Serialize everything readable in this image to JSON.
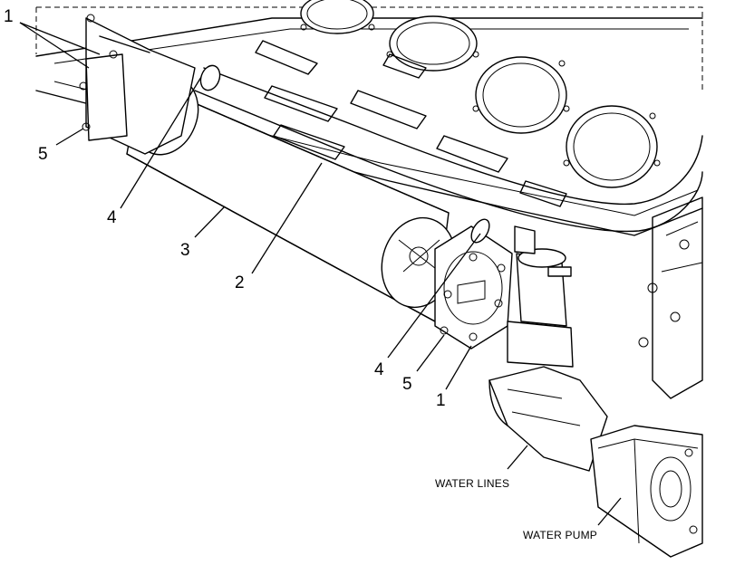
{
  "callouts": {
    "c1_top": "1",
    "c5_left": "5",
    "c4_left": "4",
    "c3": "3",
    "c2": "2",
    "c4_right": "4",
    "c5_right": "5",
    "c1_right": "1"
  },
  "captions": {
    "water_lines": "WATER LINES",
    "water_pump": "WATER PUMP"
  }
}
